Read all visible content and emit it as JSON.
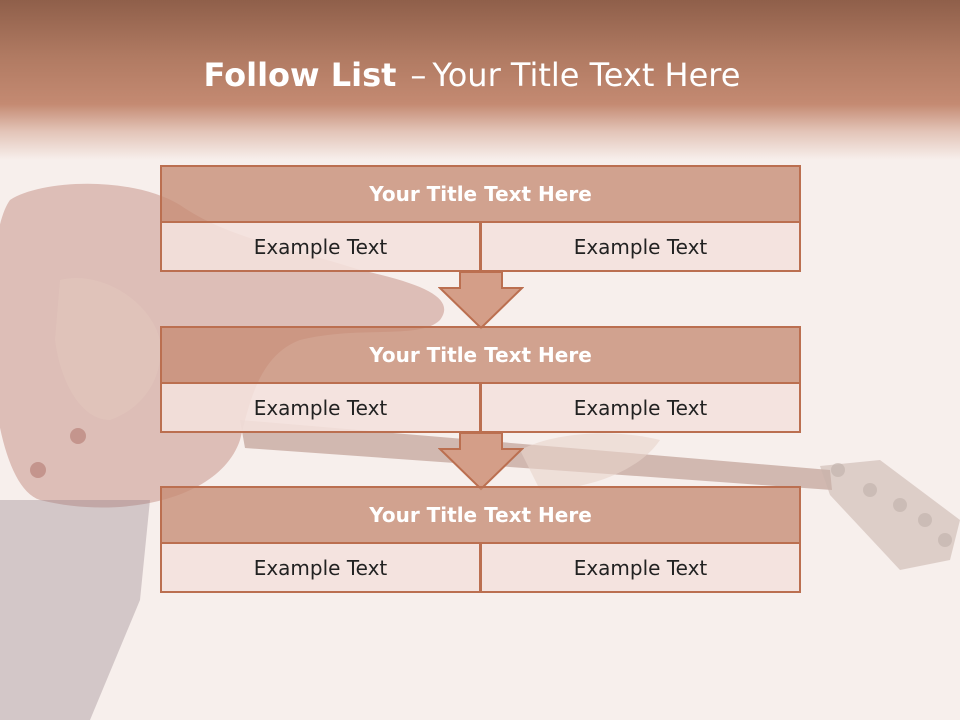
{
  "slide": {
    "title_bold": "Follow List",
    "title_dash": "–",
    "title_rest": "Your Title Text Here"
  },
  "blocks": [
    {
      "title": "Your Title Text Here",
      "left": "Example Text",
      "right": "Example Text"
    },
    {
      "title": "Your Title Text Here",
      "left": "Example Text",
      "right": "Example Text"
    },
    {
      "title": "Your Title Text Here",
      "left": "Example Text",
      "right": "Example Text"
    }
  ],
  "colors": {
    "header": "#b07a62",
    "block_title_fill": "#c78c74",
    "border": "#bb6f50",
    "cell_fill": "#f4e1dd",
    "arrow_fill": "#d49e88"
  },
  "icons": {
    "connector": "down-arrow-icon",
    "background": "electric-guitar-photo"
  }
}
